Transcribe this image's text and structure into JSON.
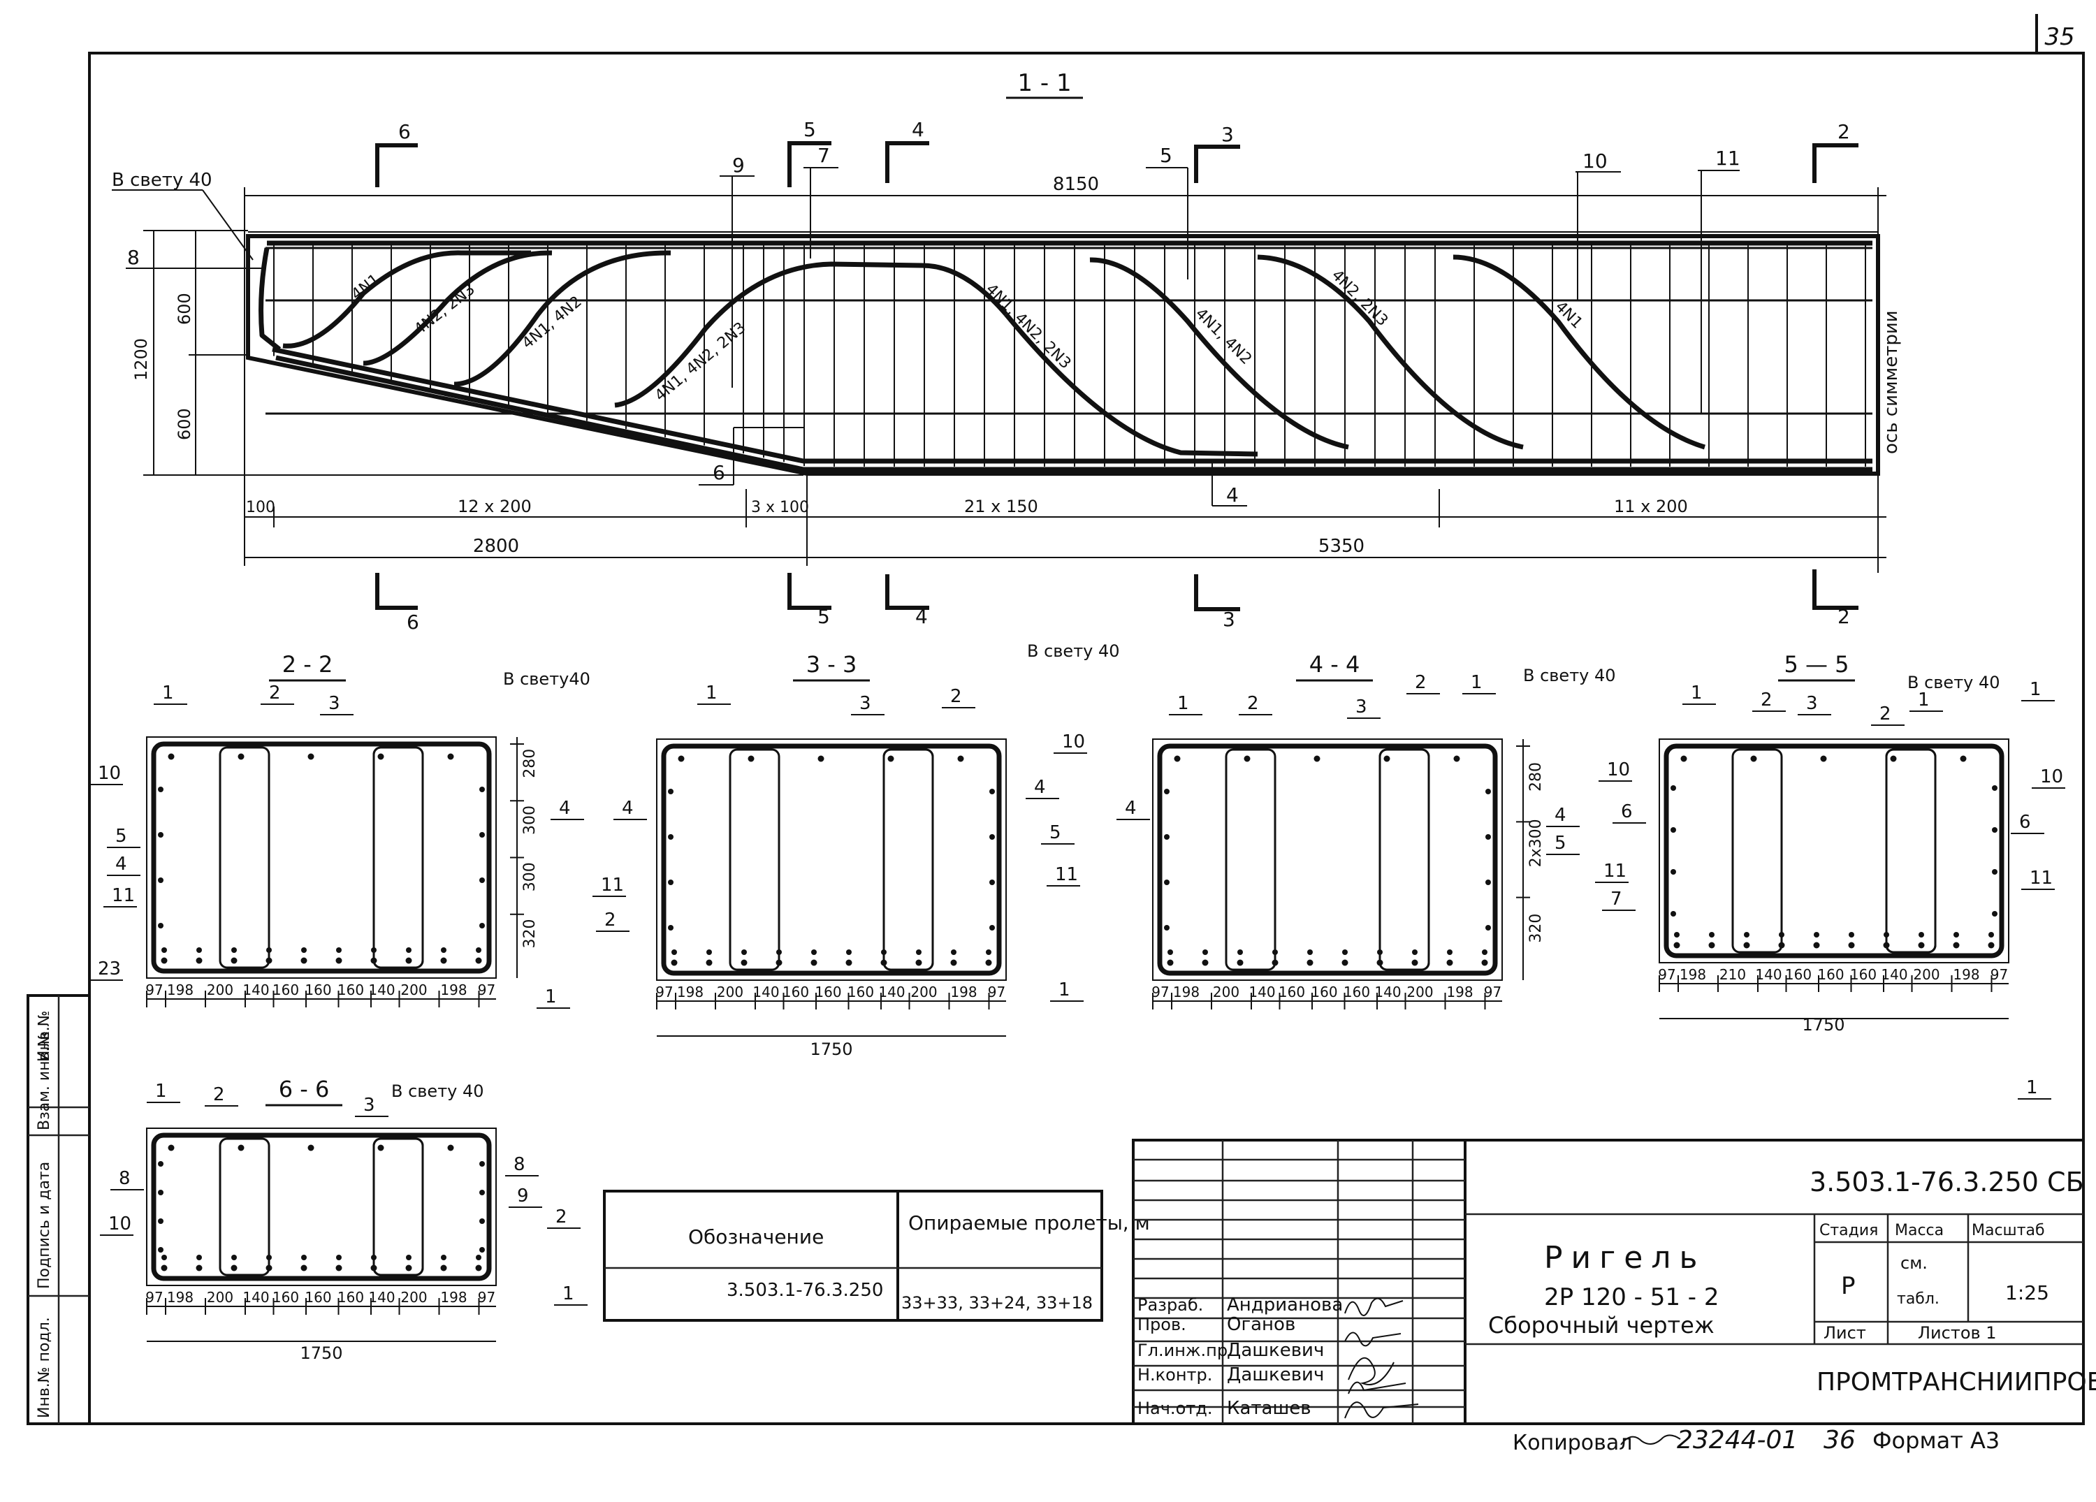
{
  "sheet": {
    "page_number": "35",
    "designation": "3.503.1-76.3.250 СБ",
    "copied_by": "Копировал",
    "copy_number": "23244-01",
    "copy_sheet": "36",
    "format": "Формат А3"
  },
  "side_stamp": [
    "Инв.№ подл.",
    "Подпись и дата",
    "Взам. инв.№",
    "Инв.№"
  ],
  "main_view": {
    "title": "1 - 1",
    "clear_gap": "В свету 40",
    "symmetry_axis": "ось симметрии",
    "dims": {
      "total_length": "8150",
      "h_total": "1200",
      "h_top": "600",
      "h_bottom": "600",
      "d100": "100",
      "d12x200": "12 x 200",
      "d3x100": "3 x 100",
      "d21x150": "21 x 150",
      "d11x200": "11 x 200",
      "d2800": "2800",
      "d5350": "5350"
    },
    "section_marks": {
      "s6": "6",
      "s5": "5",
      "s4": "4",
      "s3": "3",
      "s2": "2"
    },
    "callouts": {
      "c8": "8",
      "c9": "9",
      "c7": "7",
      "c5": "5",
      "c10": "10",
      "c11": "11",
      "c6": "6",
      "c4": "4"
    },
    "bar_labels": {
      "b1": "4N1",
      "b2": "4N2, 2N3",
      "b3": "4N1, 4N2",
      "b4": "4N1, 4N2, 2N3",
      "b5": "4N1, 4N2, 2N3",
      "b6": "4N1, 4N2",
      "b7": "4N2, 2N3",
      "b8": "4N1"
    }
  },
  "sections": {
    "s22": {
      "title": "2 - 2",
      "clear_gap": "В свету40",
      "callouts": {
        "a": "1",
        "b": "2",
        "c": "3",
        "d": "10",
        "e": "5",
        "f": "4",
        "g": "11",
        "h": "4",
        "i": "1",
        "j": "23"
      },
      "vdims": {
        "a": "280",
        "b": "300",
        "c": "300",
        "d": "320"
      },
      "hdims": [
        "97",
        "198",
        "200",
        "140",
        "160",
        "160",
        "160",
        "140",
        "200",
        "198",
        "97"
      ]
    },
    "s33": {
      "title": "3 - 3",
      "clear_gap": "В свету 40",
      "callouts": {
        "a": "1",
        "b": "3",
        "c": "2",
        "d": "10",
        "e": "4",
        "f": "4",
        "g": "5",
        "h": "11",
        "i": "11",
        "j": "2",
        "k": "1"
      },
      "hdims": [
        "97",
        "198",
        "200",
        "140",
        "160",
        "160",
        "160",
        "140",
        "200",
        "198",
        "97"
      ],
      "width": "1750"
    },
    "s44": {
      "title": "4 - 4",
      "clear_gap": "В свету 40",
      "callouts": {
        "a": "1",
        "b": "2",
        "c": "3",
        "d": "2",
        "e": "1",
        "f": "4",
        "g": "4",
        "h": "5"
      },
      "vdims": {
        "a": "280",
        "b": "2x300",
        "c": "320"
      },
      "hdims": [
        "97",
        "198",
        "200",
        "140",
        "160",
        "160",
        "160",
        "140",
        "200",
        "198",
        "97"
      ]
    },
    "s55": {
      "title": "5 — 5",
      "clear_gap": "В свету 40",
      "callouts": {
        "a": "1",
        "b": "2",
        "c": "3",
        "d": "2",
        "e": "1",
        "f": "10",
        "g": "6",
        "h": "11",
        "i": "7",
        "j": "10",
        "k": "6",
        "l": "11",
        "m": "1",
        "n": "1"
      },
      "hdims": [
        "97",
        "198",
        "210",
        "140",
        "160",
        "160",
        "160",
        "140",
        "200",
        "198",
        "97"
      ],
      "width": "1750"
    },
    "s66": {
      "title": "6 - 6",
      "clear_gap": "В свету 40",
      "callouts": {
        "a": "1",
        "b": "2",
        "c": "3",
        "d": "8",
        "e": "10",
        "f": "8",
        "g": "9",
        "h": "2",
        "i": "1"
      },
      "hdims": [
        "97",
        "198",
        "200",
        "140",
        "160",
        "160",
        "160",
        "140",
        "200",
        "198",
        "97"
      ],
      "width": "1750"
    }
  },
  "spec_table": {
    "col1": "Обозначение",
    "col2": "Опираемые пролеты, м",
    "row_code": "3.503.1-76.3.250",
    "row_value": "33+33, 33+24, 33+18"
  },
  "title_block": {
    "name": "Ригель",
    "mark": "2Р 120 - 51 - 2",
    "subtitle": "Сборочный чертеж",
    "stage_h": "Стадия",
    "mass_h": "Масса",
    "scale_h": "Масштаб",
    "stage": "Р",
    "mass1": "см.",
    "mass2": "табл.",
    "scale": "1:25",
    "sheet_h": "Лист",
    "sheets_h": "Листов 1",
    "org": "ПРОМТРАНСНИИПРОЕКТ",
    "people": [
      {
        "role": "Разраб.",
        "name": "Андрианова"
      },
      {
        "role": "Пров.",
        "name": "Оганов"
      },
      {
        "role": "Гл.инж.пр.",
        "name": "Дашкевич"
      },
      {
        "role": "Н.контр.",
        "name": "Дашкевич"
      },
      {
        "role": "Нач.отд.",
        "name": "Каташев"
      }
    ]
  }
}
